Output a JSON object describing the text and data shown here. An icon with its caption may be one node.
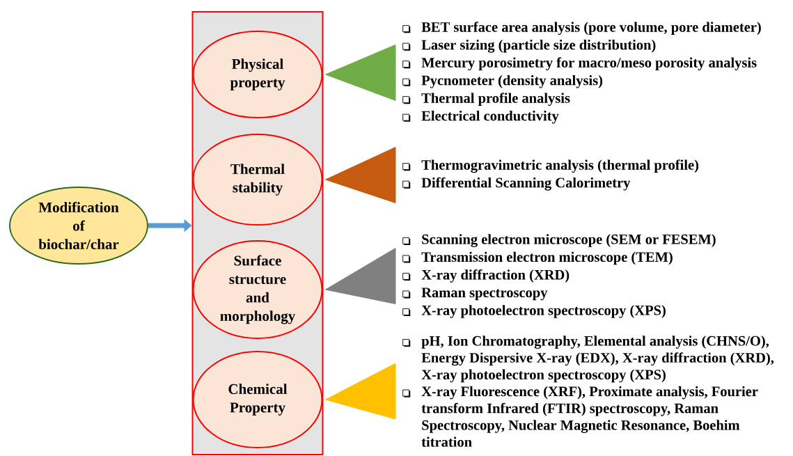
{
  "diagram": {
    "nodes": [
      {
        "text": [
          "Modification of biochar/char"
        ]
      },
      {
        "text": [],
        "shape": "box"
      },
      {
        "text": [
          "Physical property"
        ],
        "in": 1
      },
      {
        "text": [
          "Thermal stability"
        ],
        "in": 1
      },
      {
        "text": [
          "Surface structure and morphology"
        ],
        "in": 1
      },
      {
        "text": [
          "Chemical Property"
        ],
        "in": 1
      },
      {
        "text": [
          "BET surface area analysis (pore volume, pore diameter)",
          "Laser sizing (particle size distribution)",
          "Mercury porosimetry for macro/meso porosity analysis",
          "Pycnometer (density analysis)",
          "Thermal profile analysis",
          "Electrical conductivity"
        ]
      },
      {
        "text": [
          "Thermogravimetric analysis (thermal profile)",
          "Differential Scanning Calorimetry"
        ]
      },
      {
        "text": [
          "Scanning electron microscope (SEM or FESEM)",
          "Transmission electron microscope (TEM)",
          "X-ray diffraction (XRD)",
          "Raman spectroscopy",
          "X-ray photoelectron spectroscopy (XPS)"
        ]
      },
      {
        "text": [
          "pH, Ion Chromatography, Elemental analysis (CHNS/O), Energy Dispersive X-ray (EDX), X-ray diffraction (XRD), X-ray photoelectron spectroscopy (XPS)",
          "X-ray Fluorescence (XRF), Proximate analysis, Fourier transform Infrared (FTIR) spectroscopy, Raman Spectroscopy, Nuclear Magnetic Resonance, Boehim titration"
        ]
      }
    ],
    "edges": [
      {
        "from": 0,
        "to": 1,
        "arrow": "to"
      },
      {
        "from": 6,
        "to": 2,
        "arrow": "to",
        "style": "thick",
        "color": "#70ad47"
      },
      {
        "from": 7,
        "to": 3,
        "arrow": "to",
        "style": "thick",
        "color": "#c55a11"
      },
      {
        "from": 8,
        "to": 4,
        "arrow": "to",
        "style": "thick",
        "color": "#808080"
      },
      {
        "from": 9,
        "to": 5,
        "arrow": "to",
        "style": "thick",
        "color": "#ffc000"
      }
    ]
  }
}
